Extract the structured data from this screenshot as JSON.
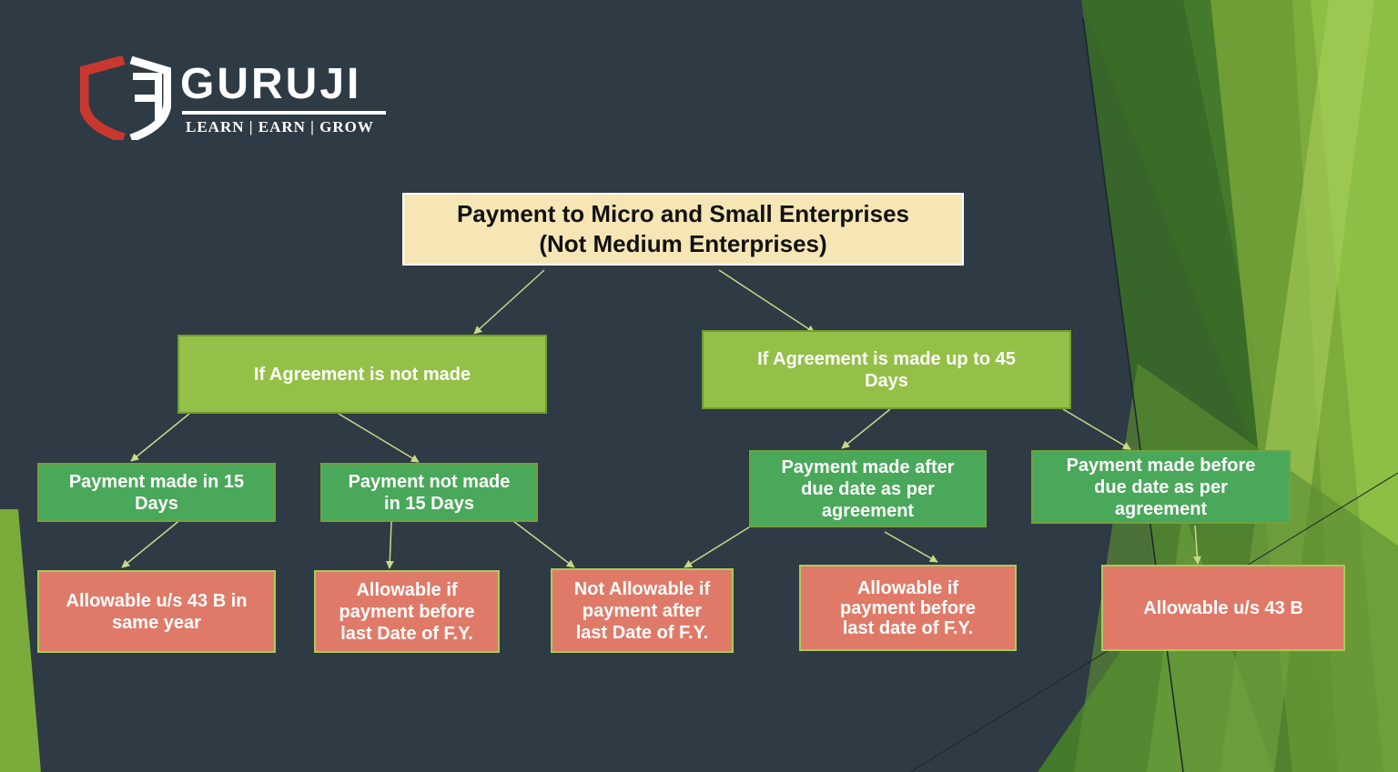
{
  "logo": {
    "name": "GURUJI",
    "tagline": "LEARN | EARN | GROW",
    "mark_icon": "ca-shield-icon"
  },
  "colors": {
    "background": "#2e3a44",
    "title_fill": "#f7e6b5",
    "level1_fill": "#94c047",
    "level2_fill": "#4aa85a",
    "result_fill": "#e07a68",
    "connector": "#c8d98a"
  },
  "diagram": {
    "title": {
      "line1": "Payment to Micro and Small Enterprises",
      "line2": "(Not Medium Enterprises)"
    },
    "no_agreement": {
      "label": "If Agreement is not made"
    },
    "agreement_45": {
      "line1": "If Agreement is made up to 45",
      "line2": "Days"
    },
    "paid_15": {
      "line1": "Payment made in 15",
      "line2": "Days"
    },
    "not_paid_15": {
      "line1": "Payment not made",
      "line2": "in 15 Days"
    },
    "paid_after_due": {
      "line1": "Payment made after",
      "line2": "due date as per",
      "line3": "agreement"
    },
    "paid_before_due": {
      "line1": "Payment made before",
      "line2": "due date as per",
      "line3": "agreement"
    },
    "allowable_same_year": {
      "line1": "Allowable u/s 43 B in",
      "line2": "same year"
    },
    "allowable_before_fy": {
      "line1": "Allowable if",
      "line2": "payment before",
      "line3": "last Date of F.Y."
    },
    "not_allowable_after_fy": {
      "line1": "Not Allowable if",
      "line2": "payment after",
      "line3": "last Date of F.Y."
    },
    "allowable_before_fy_2": {
      "line1": "Allowable if",
      "line2": "payment before",
      "line3": "last date of F.Y."
    },
    "allowable_43b": {
      "label": "Allowable u/s 43 B"
    }
  }
}
